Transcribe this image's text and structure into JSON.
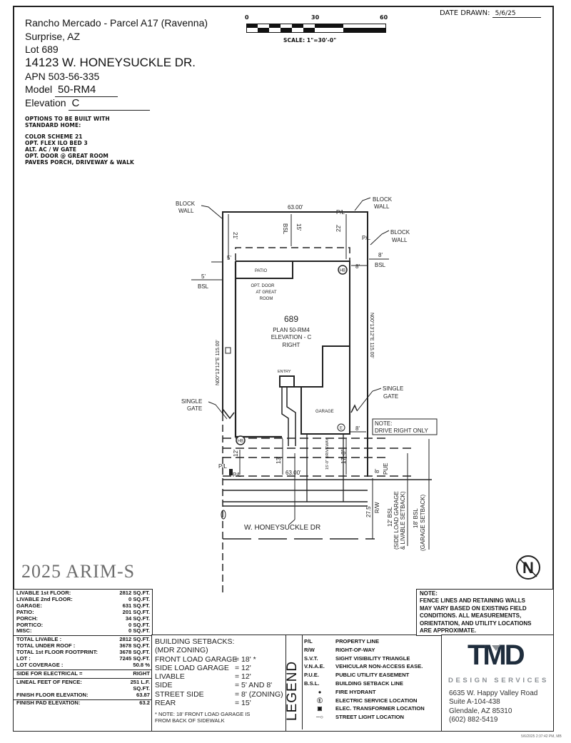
{
  "header": {
    "project": "Rancho Mercado - Parcel A17 (Ravenna)",
    "city": "Surprise, AZ",
    "lot": "Lot 689",
    "address": "14123 W. HONEYSUCKLE DR.",
    "apn": "APN 503-56-335",
    "model_label": "Model",
    "model_value": "50-RM4",
    "elevation_label": "Elevation",
    "elevation_value": "C",
    "options_title": [
      "OPTIONS TO BE BUILT WITH",
      "STANDARD HOME:"
    ],
    "options": [
      "COLOR SCHEME 21",
      "OPT. FLEX ILO BED 3",
      "ALT. AC / W GATE",
      "OPT. DOOR @ GREAT ROOM",
      "PAVERS PORCH, DRIVEWAY & WALK"
    ]
  },
  "scale": {
    "ticks": [
      "0",
      "30",
      "60"
    ],
    "label": "SCALE: 1\"=30'-0\""
  },
  "date": {
    "label": "DATE DRAWN:",
    "value": "5/6/25"
  },
  "plan": {
    "block_wall": [
      "BLOCK",
      "WALL"
    ],
    "pl": "P/L",
    "top_width": "63.00'",
    "bottom_width": "63.00'",
    "rear_setback": [
      "15'",
      "BSL"
    ],
    "dim_21": "21'",
    "dim_22": "22'",
    "left_5": "5'",
    "left_bsl": [
      "5'",
      "BSL"
    ],
    "right_bsl": [
      "8'",
      "BSL"
    ],
    "right_8": "8'",
    "patio": "PATIO",
    "opt_door": [
      "OPT. DOOR",
      "AT GREAT",
      "ROOM"
    ],
    "lot_number": "689",
    "plan_name": "PLAN 50-RM4",
    "elevation": "ELEVATION - C",
    "hand": "RIGHT",
    "bearing_left": "N00°13'12\"E 115.00'",
    "bearing_right": "N00°13'12\"E 115.00'",
    "hb": "HB",
    "entry": "ENTRY",
    "garage": "GARAGE",
    "single_gate": [
      "SINGLE",
      "GATE"
    ],
    "e_mark": "E",
    "garage_side_8": "8'",
    "note": [
      "NOTE:",
      "DRIVE RIGHT ONLY"
    ],
    "dim_12": "12'",
    "dim_13": "13'",
    "dim_driveway": "15'-0\" DRIVEWAY",
    "dim_17": "17'-8\"",
    "pue": [
      "8'",
      "PUE"
    ],
    "rw": [
      "27.5'",
      "R/W"
    ],
    "bsl_12": [
      "12' BSL",
      "(SIDE LOAD GARAGE",
      "& LIVABLE SETBACK)"
    ],
    "bsl_18": [
      "18' BSL",
      "(GARAGE SETBACK)"
    ],
    "street": "W. HONEYSUCKLE DR",
    "north_arrow": "N"
  },
  "areas": {
    "group1": [
      {
        "label": "LIVABLE 1st FLOOR:",
        "value": "2812 SQ.FT."
      },
      {
        "label": "LIVABLE 2nd FLOOR:",
        "value": "0 SQ.FT."
      },
      {
        "label": "GARAGE:",
        "value": "631 SQ.FT."
      },
      {
        "label": "PATIO:",
        "value": "201 SQ.FT."
      },
      {
        "label": "PORCH:",
        "value": "34 SQ.FT."
      },
      {
        "label": "PORTICO:",
        "value": "0 SQ.FT."
      },
      {
        "label": "MISC:",
        "value": "0 SQ.FT."
      }
    ],
    "group2": [
      {
        "label": "TOTAL LIVABLE :",
        "value": "2812 SQ.FT."
      },
      {
        "label": "TOTAL UNDER ROOF :",
        "value": "3678 SQ.FT."
      },
      {
        "label": "TOTAL 1st FLOOR FOOTPRINT:",
        "value": "3678 SQ.FT."
      },
      {
        "label": "LOT :",
        "value": "7245 SQ.FT."
      },
      {
        "label": "LOT COVERAGE :",
        "value": "50.8 %"
      }
    ],
    "electrical": {
      "label": "SIDE FOR ELECTRICAL =",
      "value": "RIGHT"
    },
    "group3": [
      {
        "label": "LINEAL FEET OF FENCE:",
        "value": "251 L.F."
      },
      {
        "label": "",
        "value": "SQ.FT."
      },
      {
        "label": "FINISH FLOOR ELEVATION:",
        "value": "63.87"
      }
    ],
    "pad": {
      "label": "FINISH PAD ELEVATION:",
      "value": "63.2"
    },
    "watermark": "2025 ARIM-S"
  },
  "setbacks": {
    "title": "BUILDING SETBACKS:",
    "zoning": "(MDR ZONING)",
    "rows": [
      {
        "label": "FRONT LOAD GARAGE",
        "value": "= 18' *"
      },
      {
        "label": "SIDE LOAD GARAGE",
        "value": "= 12'"
      },
      {
        "label": "LIVABLE",
        "value": "= 12'"
      },
      {
        "label": "SIDE",
        "value": "= 5' AND 8'"
      },
      {
        "label": "STREET SIDE",
        "value": "= 8' (ZONING)"
      },
      {
        "label": "REAR",
        "value": "= 15'"
      }
    ],
    "note": [
      "* NOTE: 18' FRONT LOAD GARAGE IS",
      "FROM BACK OF SIDEWALK"
    ]
  },
  "legend": {
    "title": "LEGEND",
    "items": [
      {
        "key": "P/L",
        "text": "PROPERTY LINE"
      },
      {
        "key": "R/W",
        "text": "RIGHT-OF-WAY"
      },
      {
        "key": "S.V.T.",
        "text": "SIGHT VISIBILITY TRIANGLE"
      },
      {
        "key": "V.N.A.E.",
        "text": "VEHICULAR NON-ACCESS EASE."
      },
      {
        "key": "P.U.E.",
        "text": "PUBLIC UTILITY EASEMENT"
      },
      {
        "key": "B.S.L.",
        "text": "BUILDING SETBACK LINE"
      },
      {
        "key": "",
        "icon": "fire-hydrant-icon",
        "text": "FIRE HYDRANT"
      },
      {
        "key": "",
        "icon": "electric-service-icon",
        "text": "ELECTRIC SERVICE LOCATION"
      },
      {
        "key": "",
        "icon": "transformer-icon",
        "text": "ELEC. TRANSFORMER LOCATION"
      },
      {
        "key": "",
        "icon": "street-light-icon",
        "text": "STREET LIGHT LOCATION"
      }
    ]
  },
  "field_note": [
    "NOTE:",
    "FENCE LINES AND RETAINING WALLS",
    "MAY VARY BASED ON EXISTING FIELD",
    "CONDITIONS.  ALL MEASUREMENTS,",
    "ORIENTATION, AND UTILITY LOCATIONS",
    "ARE APPROXIMATE."
  ],
  "company": {
    "logo": "TMD",
    "tagline": "DESIGN SERVICES",
    "address": [
      "6635 W. Happy Valley Road",
      "Suite A-104-438",
      "Glendale, AZ 85310",
      "(602) 882-5419"
    ],
    "logo_color": "#1f2d3d",
    "accent_color": "#8a8f94"
  },
  "footer_stamp": "5/6/2025 2:37:42 PM, MB"
}
